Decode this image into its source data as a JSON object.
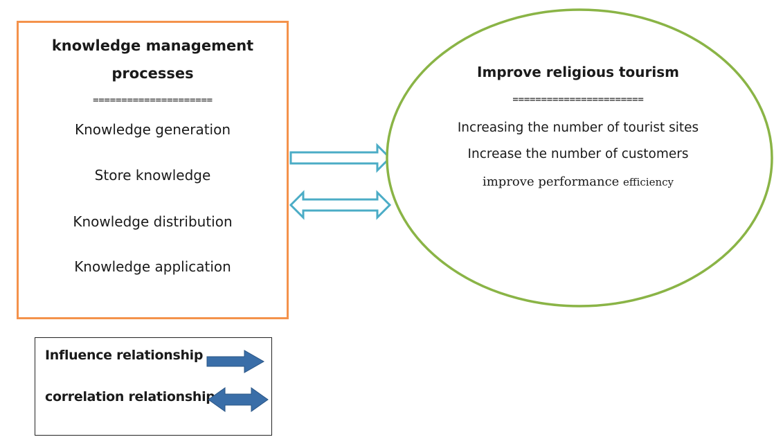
{
  "km_box": {
    "title_line1": "knowledge management",
    "title_line2": "processes",
    "separator": "=====================",
    "items": [
      "Knowledge generation",
      "Store knowledge",
      "Knowledge distribution",
      "Knowledge application"
    ]
  },
  "tourism": {
    "title": "Improve religious tourism",
    "separator": "=======================",
    "items": [
      "Increasing the number of tourist sites",
      "Increase the number of customers"
    ],
    "item3_main": "improve performance ",
    "item3_tail": "efficiency"
  },
  "legend": {
    "influence_label": "Influence relationship",
    "correlation_label": "correlation relationship"
  },
  "colors": {
    "km_border": "#f4924b",
    "ellipse_border": "#8ab446",
    "connector_arrow": "#4bacc6",
    "legend_arrow": "#3a6ea8"
  }
}
